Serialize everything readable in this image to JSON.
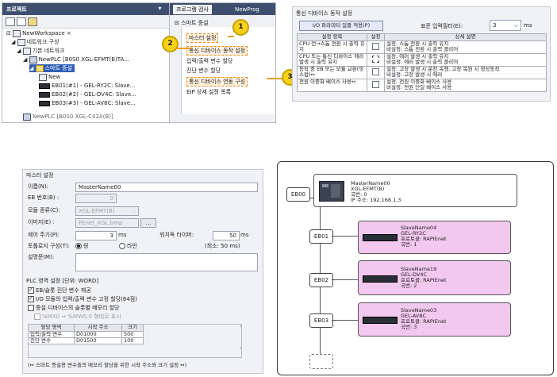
{
  "callouts": [
    "1",
    "2",
    "3"
  ],
  "colors": {
    "accent": "#f0a020",
    "selection": "#2f5fb3",
    "slave_card": "#f3c8ef",
    "titlebar": "#3e4e6f"
  },
  "tree_panel": {
    "title": "프로젝트",
    "window_controls": "▾ ⊕ ×",
    "items": [
      "NewWorkspace ×",
      "네트워크 구성",
      "기본 네트워크",
      "NewPLC [B0S0 XGL-EFMT(B)TA...",
      "스마트 증설",
      "New",
      "EB01(#1) - GEL-RY2C: Slave...",
      "EB02(#2) - GEL-DV4C: Slave...",
      "EB03(#3) - GEL-AV8C: Slave...",
      "NewPLC [B0S0 XGL-C42A(B)]"
    ]
  },
  "menu_panel": {
    "tabs": [
      "프로그램 검사",
      "NewProg"
    ],
    "root": "스마트 증설",
    "items": [
      "마스터 설정",
      "통신 디바이스 동작 설정",
      "입력/출력 변수 할당",
      "진단 변수 할당",
      "통신 디바이스 연동 구성",
      "EIP 상세 설정 목록"
    ]
  },
  "comm_panel": {
    "title": "통신 디바이스 동작 설정",
    "button": "I/O 파라미터 일괄 적용(P)",
    "filter_label": "표준 입력필터(E):",
    "filter_value": "3",
    "filter_unit": "ms",
    "headers": [
      "설정 항목",
      "설정",
      "상세 설명"
    ],
    "rows": [
      {
        "item": "CPU 런→스톱 전환 시 출력 유지",
        "desc": "설정: 스톱 전환 시 출력 유지\n비설정: 스톱 전환 시 출력 클리어"
      },
      {
        "item": "CPU 또는 통신 디바이스 에러 발생 시 출력 유지",
        "desc": "설정: 에러 발생 시 출력 유지\n비설정: 에러 발생 시 출력 클리어"
      },
      {
        "item": "동작 중 EB 또는 모듈 교환(핫 스왑)↔",
        "desc": "설정: 고장 발생 시 운전 속행, 고장 복원 시 정상동작\n비설정: 고장 발생 시 에러"
      },
      {
        "item": "전원 이중화 베이스 사용↔",
        "desc": "설정: 전원 이중화 베이스 사용\n비설정: 전원 단일 베이스 사용"
      }
    ]
  },
  "master_panel": {
    "title": "마스터 설정",
    "name_label": "이름(N):",
    "name_value": "MasterName00",
    "eb_label": "EB 번호(B) :",
    "eb_value": "0",
    "module_label": "모듈 종류(C):",
    "module_value": "XGL-EFMT(B)",
    "image_label": "이미지(E) :",
    "image_value": "FEnet_XGL.bmp",
    "browse_label": "...",
    "period_label": "제어 주기(P):",
    "period_value": "3",
    "period_unit": "ms",
    "watchdog_label": "워치독 타이머:",
    "watchdog_value": "50",
    "watchdog_unit": "ms",
    "topology_label": "토폴로지 구성(T):",
    "topology_opt1": "링",
    "topology_opt2": "라인",
    "watchdog_min": "(최소: 50 ms)",
    "desc_label": "설명문(M):",
    "plc_area_title": "PLC 영역 설정 [단위: WORD]",
    "chk1": "EB/슬롯 진단 변수 제공",
    "chk2": "I/O 모듈의 입력/출력 변수 고정 할당(64점)",
    "chk3": "증설 디바이스의 슬롯별 메모리 할당",
    "chk4": "%MX0 ⇒ %MW0.0 형태로 표시",
    "table_headers": [
      "할당 영역",
      "시작 주소",
      "크기"
    ],
    "table_rows": [
      [
        "입력/출력 변수",
        "D01000",
        "500"
      ],
      [
        "진단 변수",
        "D01500",
        "100"
      ]
    ],
    "footnote": "(↔ 스마트 증설용 변수들의 메모리 할당을 위한 시작 주소와 크기 설정 ↔)"
  },
  "network": {
    "master": {
      "eb": "EB00",
      "name": "MasterName00",
      "model": "XGL-EFMT(B)",
      "station": "국번: 0",
      "ip": "IP 주소: 192.168.1.3"
    },
    "slaves": [
      {
        "eb": "EB01",
        "name": "SlaveName04",
        "model": "GEL-RY2C",
        "protocol": "프로토콜: RAPIEnet",
        "station": "국번: 1"
      },
      {
        "eb": "EB02",
        "name": "SlaveName19",
        "model": "GEL-DV4C",
        "protocol": "프로토콜: RAPIEnet",
        "station": "국번: 2"
      },
      {
        "eb": "EB03",
        "name": "SlaveName03",
        "model": "GEL-AV8C",
        "protocol": "프로토콜: RAPIEnet",
        "station": "국번: 3"
      }
    ]
  }
}
